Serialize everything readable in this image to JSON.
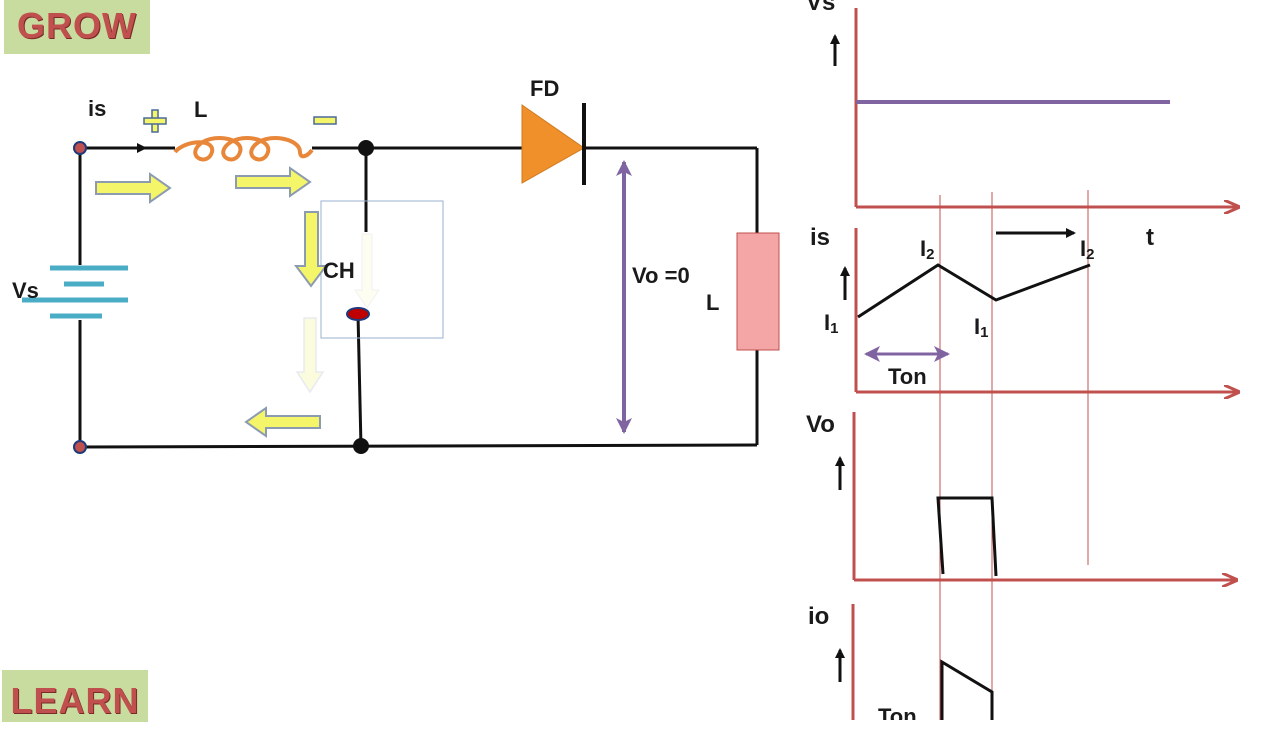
{
  "badges": {
    "grow": "GROW",
    "learn": "LEARN"
  },
  "circuit": {
    "is": "is",
    "plus": "+",
    "inductor": "L",
    "minus": "−",
    "diode": "FD",
    "source": "Vs",
    "chopper": "CH",
    "output_voltage": "Vo =0",
    "load": "L"
  },
  "waveforms": {
    "vs": {
      "label": "Vs"
    },
    "is": {
      "label": "is",
      "t": "t",
      "i2_left": "I",
      "i2_left_sub": "2",
      "i2_right": "I",
      "i2_right_sub": "2",
      "i1_left": "I",
      "i1_left_sub": "1",
      "i1_right": "I",
      "i1_right_sub": "1",
      "ton": "Ton"
    },
    "vo": {
      "label": "Vo"
    },
    "io": {
      "label": "io",
      "ton": "Ton"
    }
  },
  "colors": {
    "wire": "#111111",
    "axis": "#c0504d",
    "vs_line": "#8064a2",
    "inductor": "#e8873a",
    "diode": "#f0902a",
    "battery": "#4bacc6",
    "load": "#f4a6a6",
    "arrow_fill": "#f5f56a",
    "arrow_stroke": "#8c9bb0",
    "vo_arrow": "#8064a2"
  }
}
